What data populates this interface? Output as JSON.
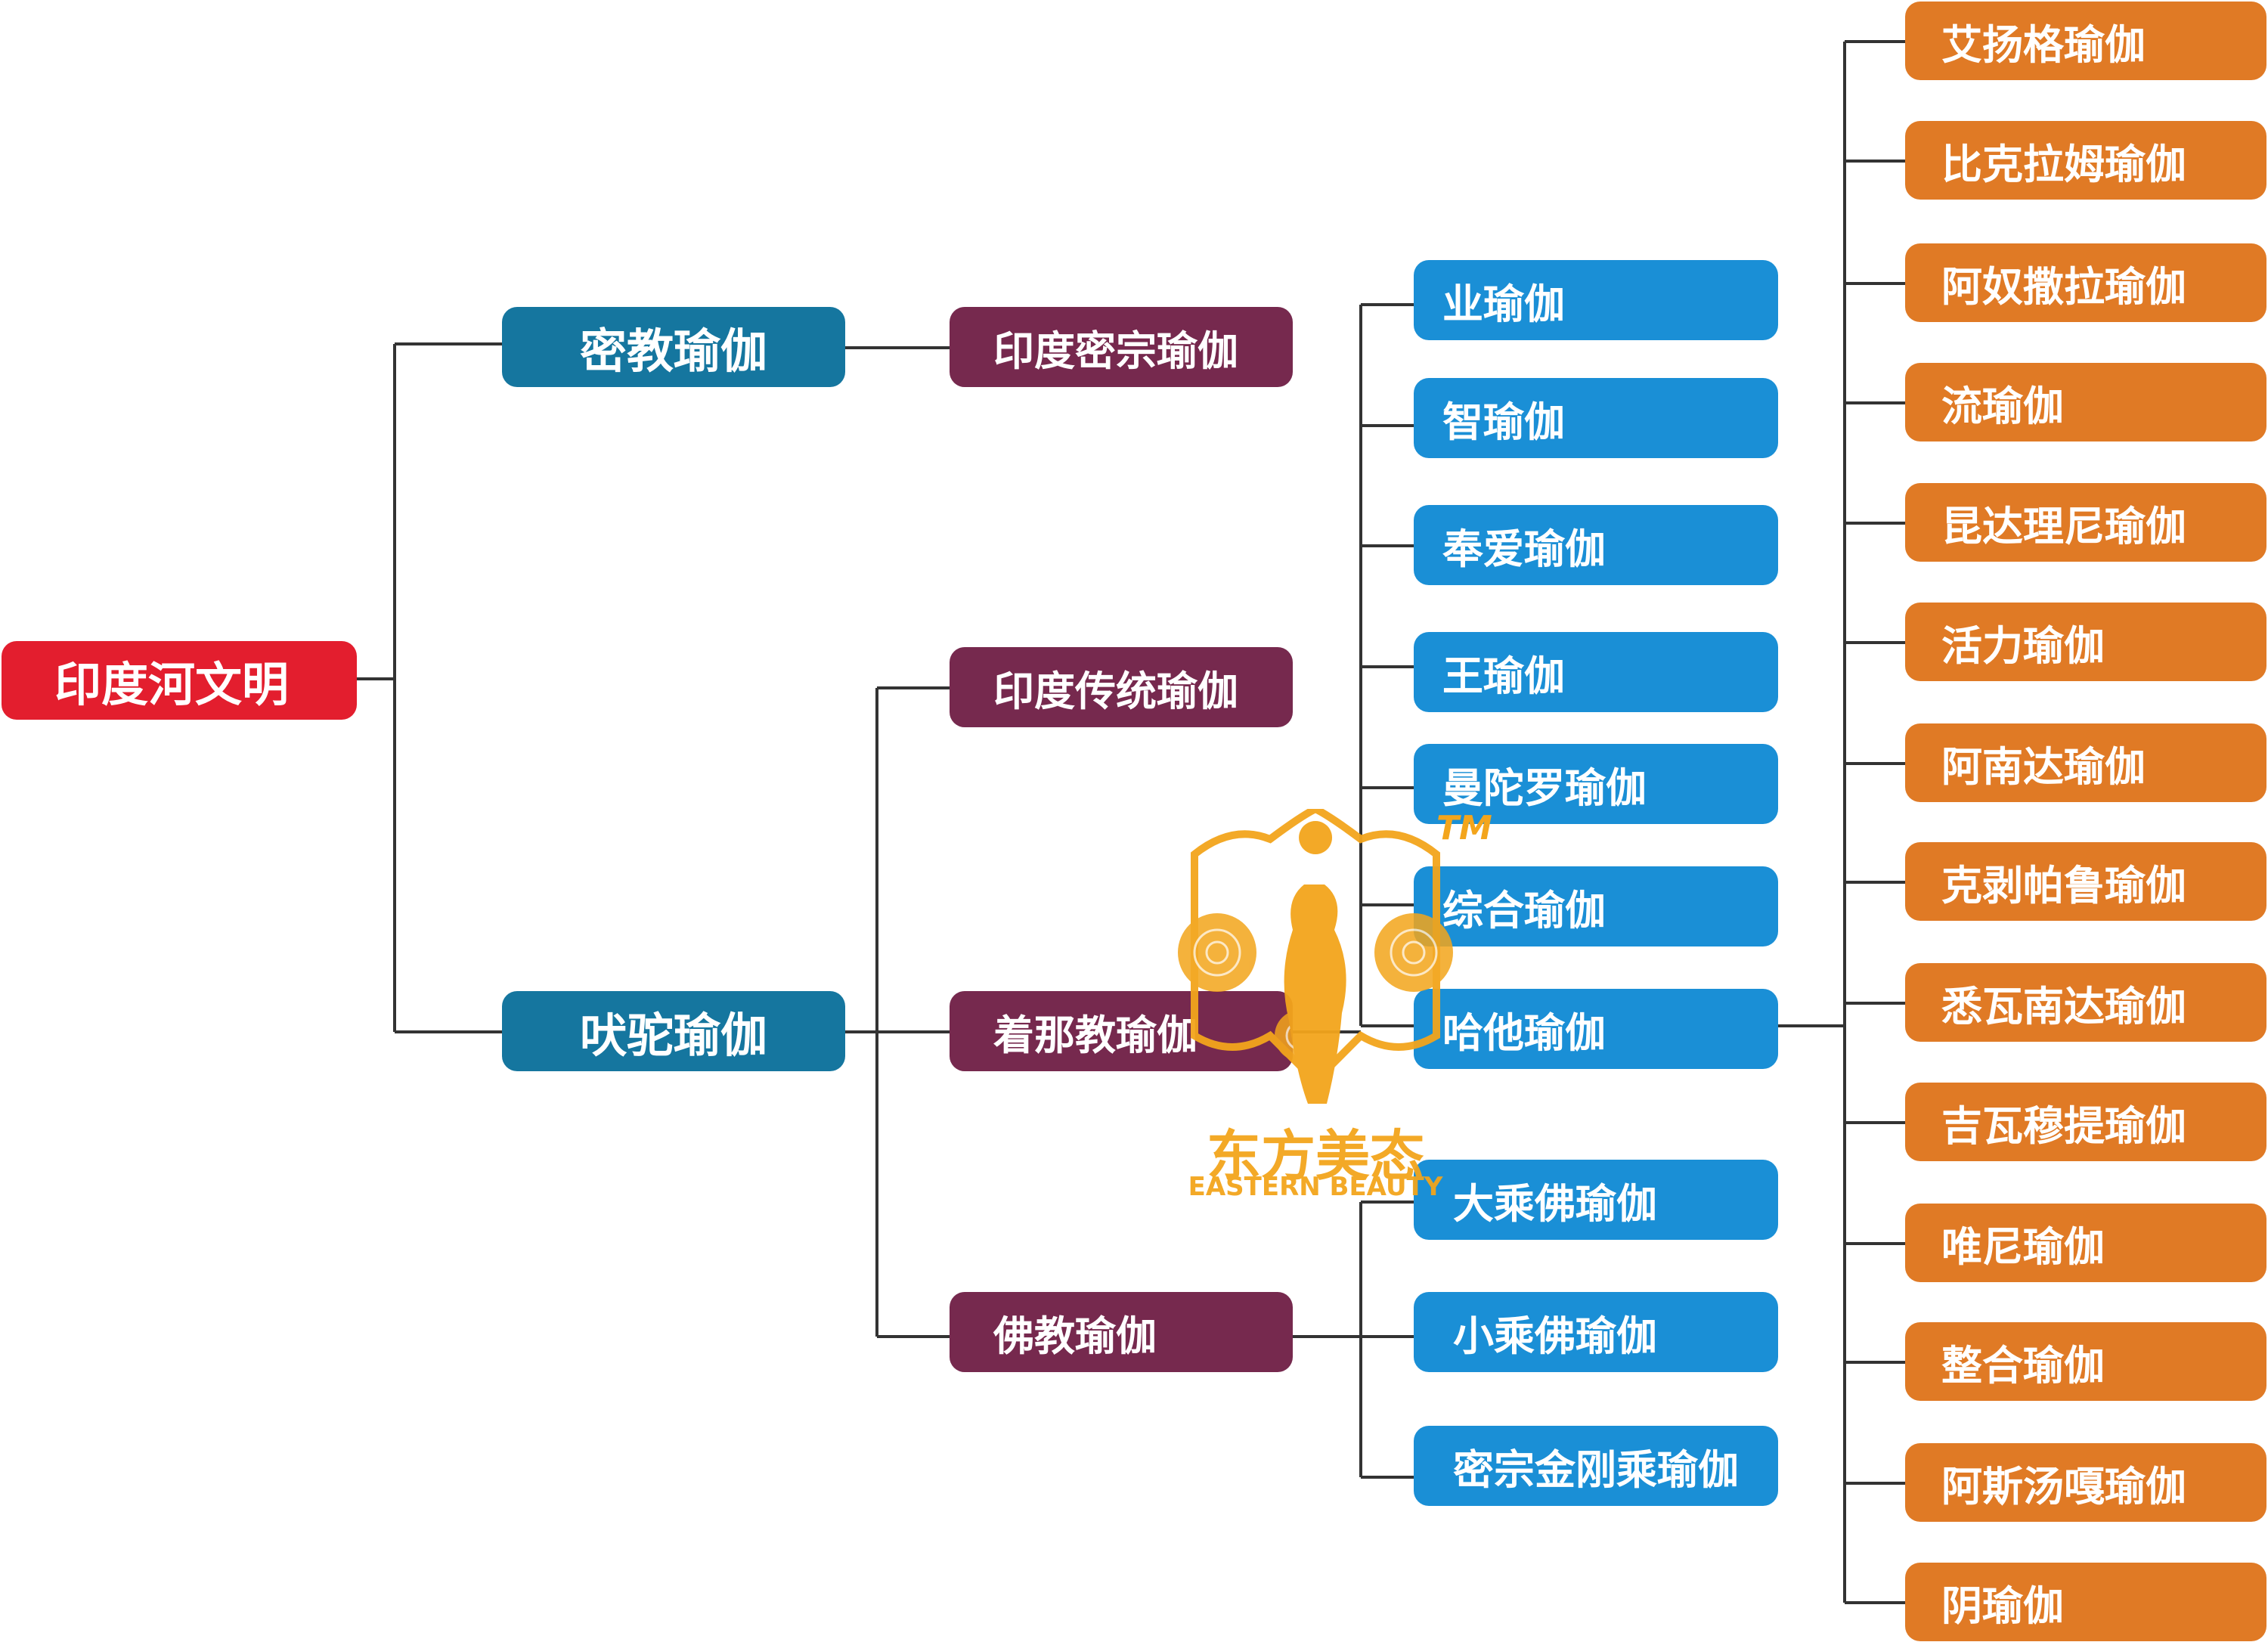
{
  "colors": {
    "root": "#e31e2e",
    "level1": "#15769f",
    "level2": "#76294e",
    "level3": "#1a8fd6",
    "level4": "#e07a25",
    "line": "#333333",
    "logo": "#f3a51c"
  },
  "tree": {
    "root": "印度河文明",
    "level1": [
      "密教瑜伽",
      "吠驼瑜伽"
    ],
    "level2": [
      "印度密宗瑜伽",
      "印度传统瑜伽",
      "着那教瑜伽",
      "佛教瑜伽"
    ],
    "level3": [
      "业瑜伽",
      "智瑜伽",
      "奉爱瑜伽",
      "王瑜伽",
      "曼陀罗瑜伽",
      "综合瑜伽",
      "哈他瑜伽",
      "大乘佛瑜伽",
      "小乘佛瑜伽",
      "密宗金刚乘瑜伽"
    ],
    "level4": [
      "艾扬格瑜伽",
      "比克拉姆瑜伽",
      "阿奴撒拉瑜伽",
      "流瑜伽",
      "昆达理尼瑜伽",
      "活力瑜伽",
      "阿南达瑜伽",
      "克剥帕鲁瑜伽",
      "悉瓦南达瑜伽",
      "吉瓦穆提瑜伽",
      "唯尼瑜伽",
      "整合瑜伽",
      "阿斯汤嘎瑜伽",
      "阴瑜伽"
    ]
  },
  "watermark": {
    "name_cn": "东方美态",
    "name_en": "EASTERN BEAUTY",
    "tm": "TM",
    "icon": "qipao-lady-peony-logo"
  }
}
